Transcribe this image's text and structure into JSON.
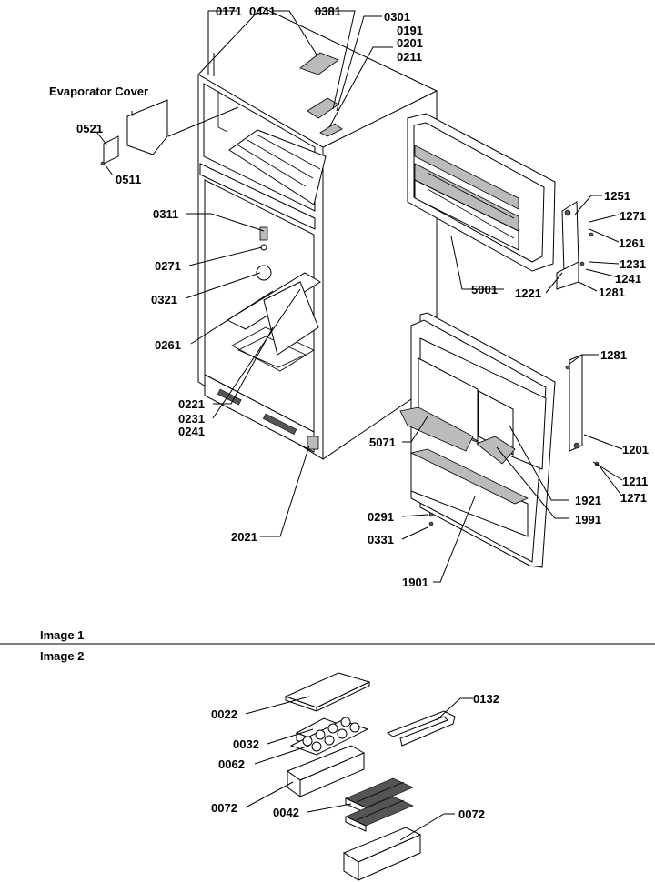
{
  "image1": {
    "title": "Image 1",
    "evaporator_label": "Evaporator Cover",
    "parts": {
      "p0171": "0171",
      "p0441": "0441",
      "p0381": "0381",
      "p0301": "0301",
      "p0191": "0191",
      "p0201": "0201",
      "p0211": "0211",
      "p0521": "0521",
      "p0511": "0511",
      "p0311": "0311",
      "p0271": "0271",
      "p0321": "0321",
      "p0261": "0261",
      "p0221": "0221",
      "p0231": "0231",
      "p0241": "0241",
      "p2021": "2021",
      "p5001": "5001",
      "p1251": "1251",
      "p1271a": "1271",
      "p1261": "1261",
      "p1231": "1231",
      "p1241": "1241",
      "p1221": "1221",
      "p1281a": "1281",
      "p1281b": "1281",
      "p5071": "5071",
      "p1201": "1201",
      "p1211": "1211",
      "p1271b": "1271",
      "p1921": "1921",
      "p1991": "1991",
      "p0291": "0291",
      "p0331": "0331",
      "p1901": "1901"
    }
  },
  "image2": {
    "title": "Image 2",
    "parts": {
      "p0022": "0022",
      "p0032": "0032",
      "p0062": "0062",
      "p0072a": "0072",
      "p0132": "0132",
      "p0042": "0042",
      "p0072b": "0072"
    }
  }
}
